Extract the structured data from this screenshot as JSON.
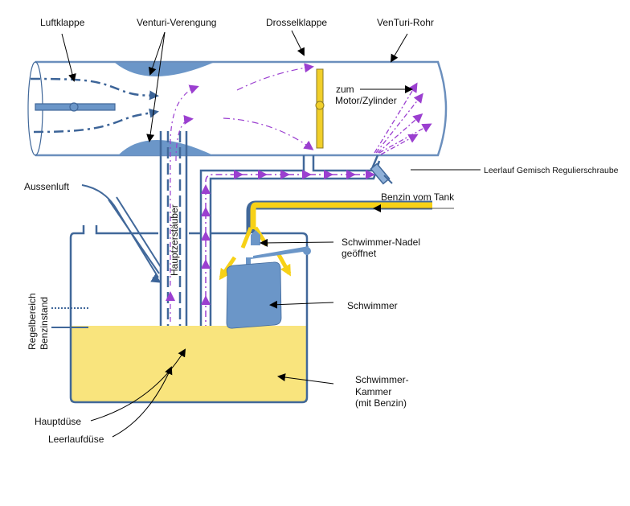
{
  "title": "Vergaser (Carburetor) Schema",
  "colors": {
    "pipe_stroke": "#41689a",
    "venturi_fill": "#6b96c8",
    "fuel_yellow": "#f7d117",
    "fuel_level": "#f9e47d",
    "flow_purple": "#9b3fd0",
    "air_flow_blue": "#3c6498",
    "label_text": "#111111",
    "float_fill": "#6b96c8"
  },
  "labels": {
    "luftklappe": "Luftklappe",
    "venturi_verengung": "Venturi-Verengung",
    "drosselklappe": "Drosselklappe",
    "venturi_rohr": "VenTuri-Rohr",
    "zum_motor_line1": "zum",
    "zum_motor_line2": "Motor/Zylinder",
    "leerlauf_schraube": "Leerlauf Gemisch Regulierschraube",
    "aussenluft": "Aussenluft",
    "benzin_vom_tank": "Benzin vom Tank",
    "hauptzerstaeuber": "Hauptzerstäuber",
    "schwimmer_nadel_line1": "Schwimmer-Nadel",
    "schwimmer_nadel_line2": "geöffnet",
    "schwimmer": "Schwimmer",
    "regelbereich_line1": "Regelbereich",
    "regelbereich_line2": "Benzinstand",
    "kammer_line1": "Schwimmer-",
    "kammer_line2": "Kammer",
    "kammer_line3": "(mit Benzin)",
    "hauptduese": "Hauptdüse",
    "leerlaufduese": "Leerlaufdüse"
  }
}
